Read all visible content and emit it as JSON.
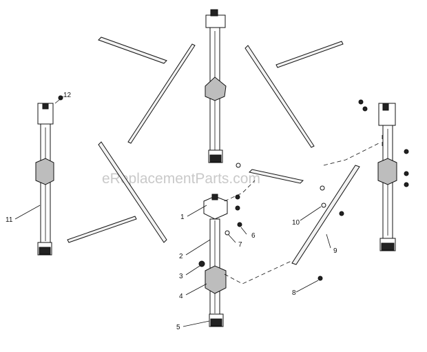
{
  "watermark": "eReplacementParts.com",
  "callouts": [
    {
      "id": "1",
      "text": "1"
    },
    {
      "id": "2",
      "text": "2"
    },
    {
      "id": "3",
      "text": "3"
    },
    {
      "id": "4",
      "text": "4"
    },
    {
      "id": "5",
      "text": "5"
    },
    {
      "id": "6",
      "text": "6"
    },
    {
      "id": "7",
      "text": "7"
    },
    {
      "id": "8",
      "text": "8"
    },
    {
      "id": "9",
      "text": "9"
    },
    {
      "id": "10",
      "text": "10"
    },
    {
      "id": "11",
      "text": "11"
    },
    {
      "id": "12",
      "text": "12"
    }
  ]
}
